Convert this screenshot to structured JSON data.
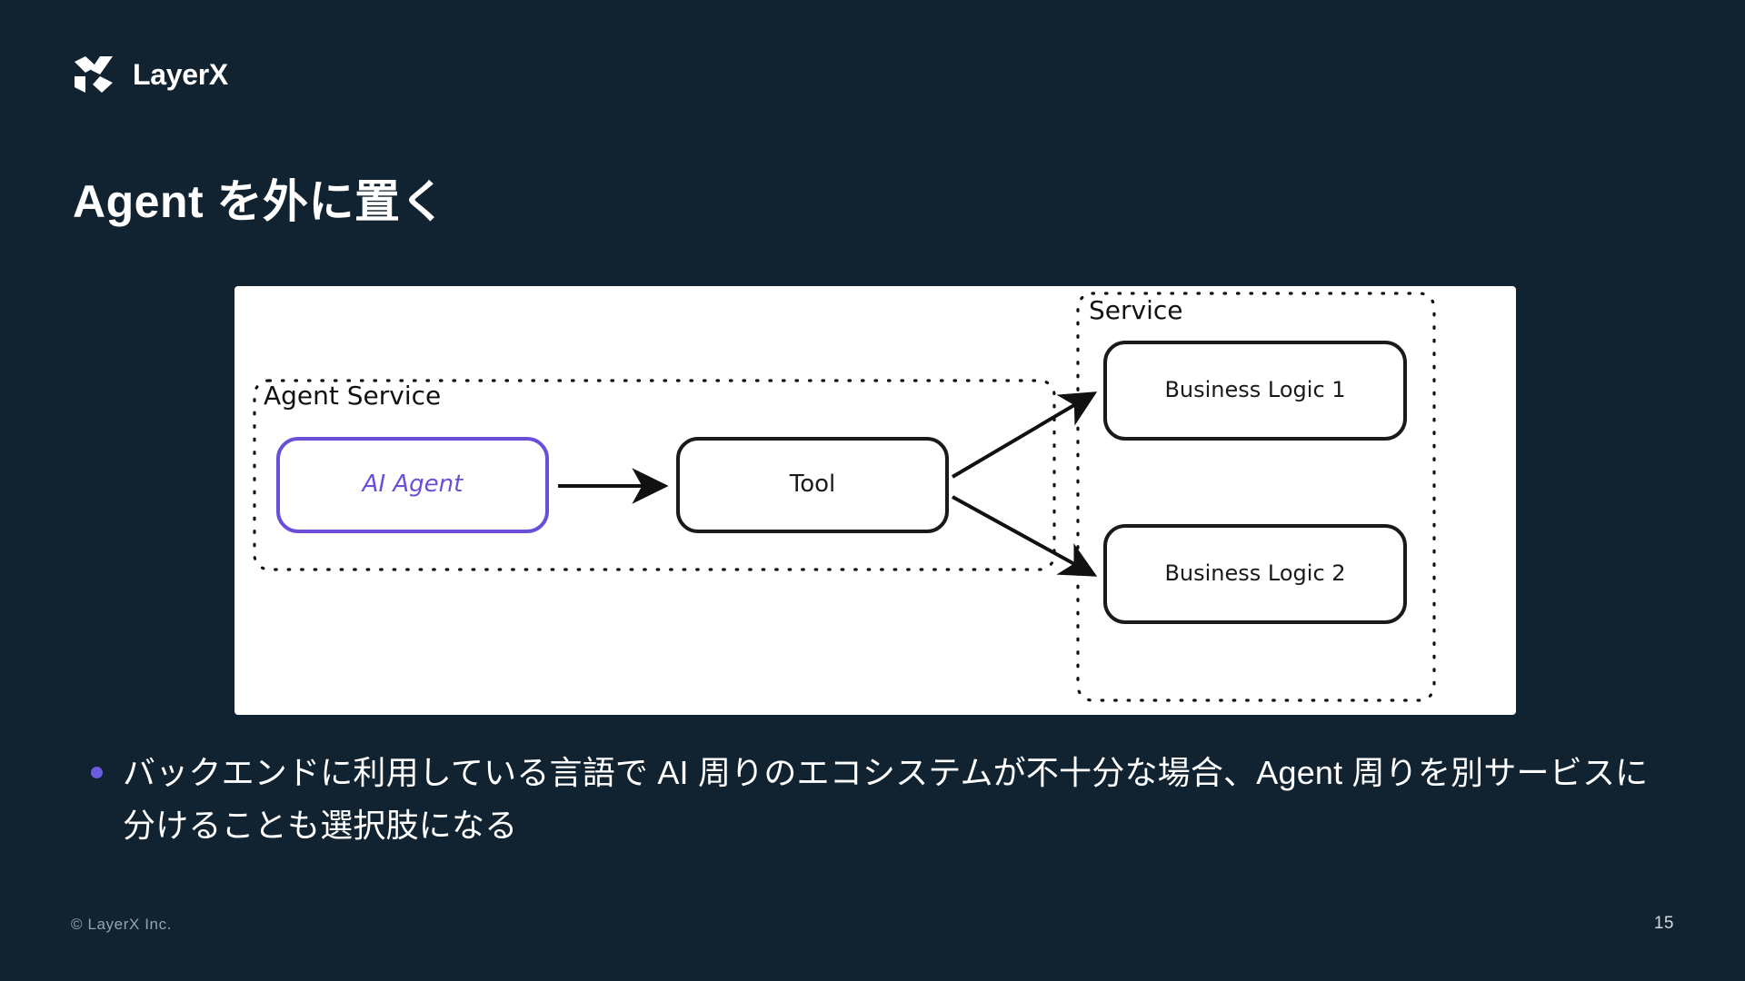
{
  "brand": {
    "name": "LayerX",
    "logo_icon": "layerx-x-mark",
    "accent_color": "#6B5BE0",
    "background_color": "#112331",
    "card_color": "#ffffff"
  },
  "slide": {
    "title": "Agent を外に置く",
    "page_number": "15",
    "copyright": "© LayerX Inc."
  },
  "bullets": [
    "バックエンドに利用している言語で AI 周りのエコシステムが不十分な場合、Agent 周りを別サービスに分けることも選択肢になる"
  ],
  "diagram": {
    "groups": [
      {
        "id": "agent-service",
        "label": "Agent Service",
        "style": "dotted",
        "color": "#000000"
      },
      {
        "id": "service",
        "label": "Service",
        "style": "dotted",
        "color": "#000000"
      }
    ],
    "nodes": [
      {
        "id": "ai-agent",
        "label": "AI Agent",
        "color": "#6B4FD8",
        "group": "agent-service"
      },
      {
        "id": "tool",
        "label": "Tool",
        "color": "#1a1a1a",
        "group": "agent-service"
      },
      {
        "id": "business-logic-1",
        "label": "Business Logic 1",
        "color": "#1a1a1a",
        "group": "service"
      },
      {
        "id": "business-logic-2",
        "label": "Business Logic 2",
        "color": "#1a1a1a",
        "group": "service"
      }
    ],
    "edges": [
      {
        "from": "ai-agent",
        "to": "tool"
      },
      {
        "from": "tool",
        "to": "business-logic-1"
      },
      {
        "from": "tool",
        "to": "business-logic-2"
      }
    ]
  }
}
